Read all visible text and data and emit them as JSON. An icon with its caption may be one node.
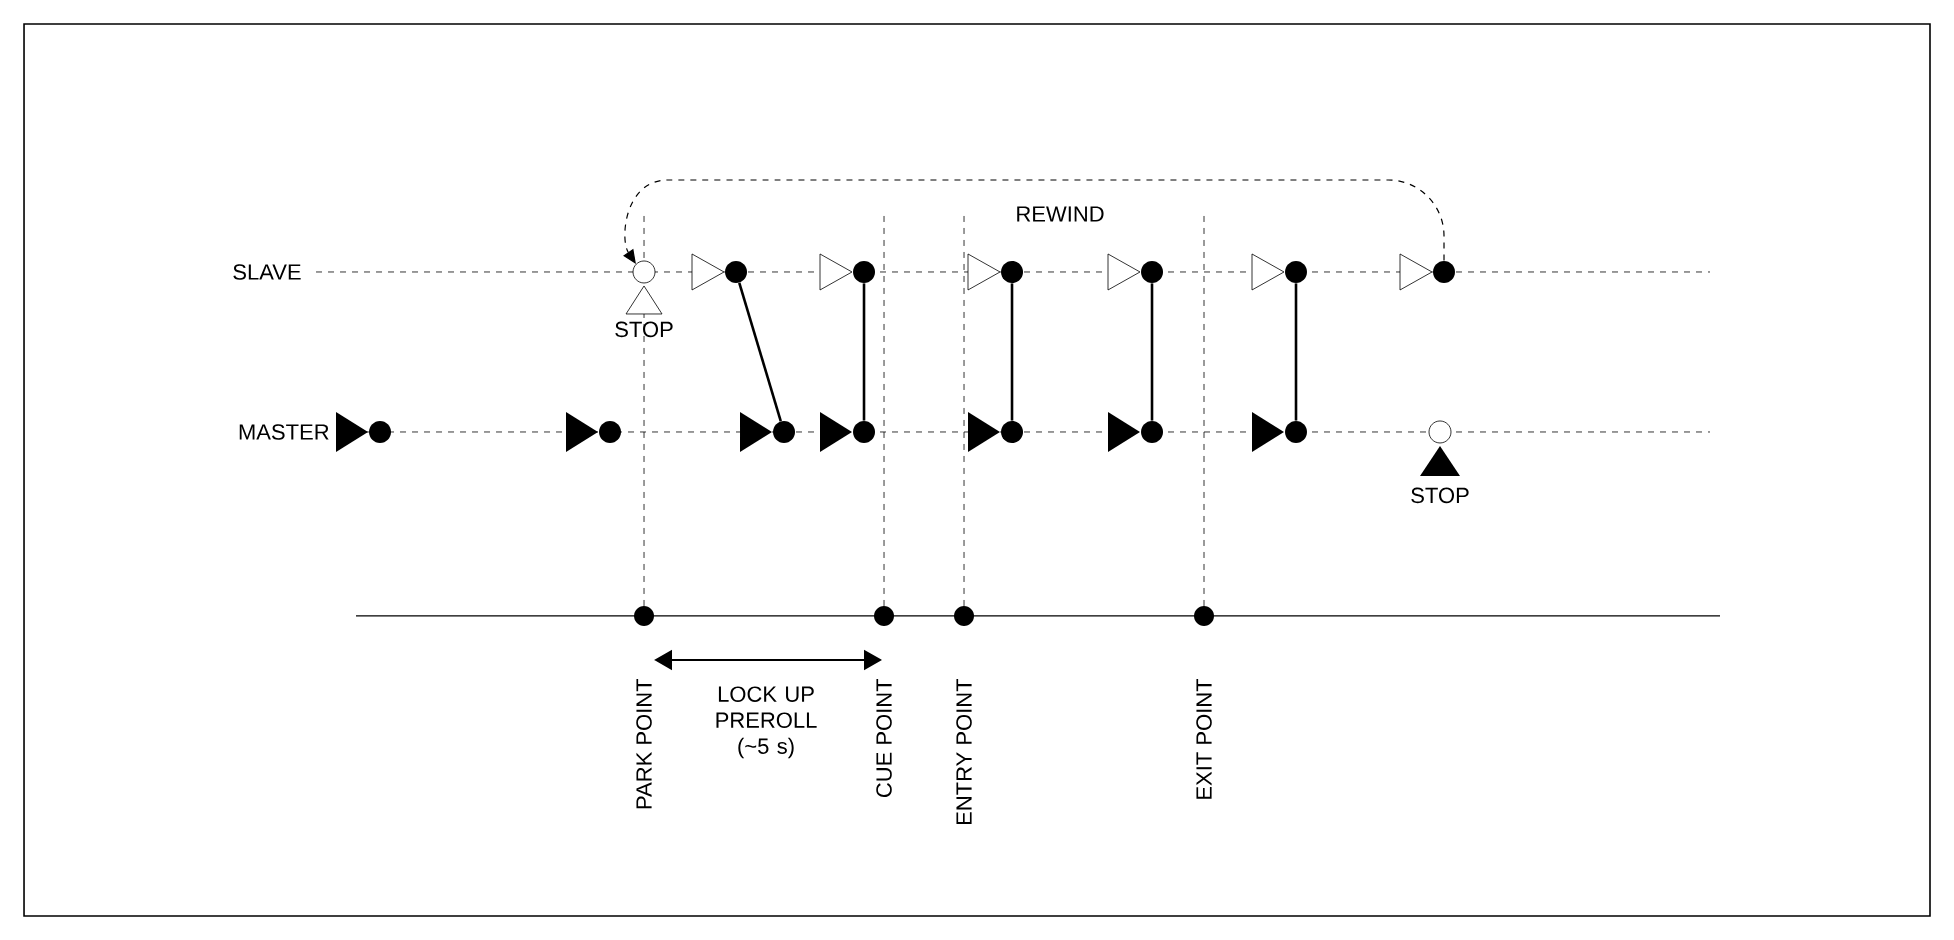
{
  "diagram": {
    "nodes": [
      {
        "text": [
          "STOP"
        ]
      },
      {
        "text": [],
        "shape": "triangle"
      },
      {
        "text": [],
        "shape": "triangle"
      },
      {
        "text": [],
        "shape": "triangle"
      },
      {
        "text": [],
        "shape": "triangle"
      },
      {
        "text": [],
        "shape": "triangle"
      },
      {
        "text": [],
        "shape": "triangle"
      },
      {
        "text": [],
        "shape": "triangle"
      },
      {
        "text": [],
        "shape": "triangle"
      },
      {
        "text": [],
        "shape": "triangle"
      },
      {
        "text": [],
        "shape": "triangle"
      },
      {
        "text": [],
        "shape": "triangle"
      },
      {
        "text": [],
        "shape": "triangle"
      },
      {
        "text": [],
        "shape": "triangle"
      },
      {
        "text": [
          "STOP"
        ]
      }
    ],
    "edges": [
      {
        "from": 6,
        "to": 0,
        "arrow": "to",
        "style": "dashed",
        "label": "REWIND"
      },
      {
        "from": 1,
        "to": 9,
        "arrow": "none"
      },
      {
        "from": 2,
        "to": 10,
        "arrow": "none"
      },
      {
        "from": 3,
        "to": 11,
        "arrow": "none"
      },
      {
        "from": 4,
        "to": 12,
        "arrow": "none"
      },
      {
        "from": 5,
        "to": 13,
        "arrow": "none"
      }
    ],
    "labels": [
      "SLAVE",
      "MASTER",
      "PARK POINT",
      "LOCK UP PREROLL (~5 s)",
      "CUE POINT",
      "ENTRY POINT",
      "EXIT POINT"
    ]
  }
}
